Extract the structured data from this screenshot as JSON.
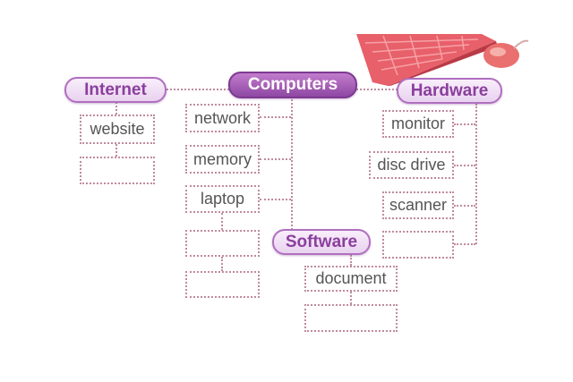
{
  "central": "Computers",
  "internet": {
    "label": "Internet",
    "items": [
      "website",
      ""
    ]
  },
  "computers": {
    "items": [
      "network",
      "memory",
      "laptop",
      "",
      ""
    ]
  },
  "hardware": {
    "label": "Hardware",
    "items": [
      "monitor",
      "disc drive",
      "scanner",
      ""
    ]
  },
  "software": {
    "label": "Software",
    "items": [
      "document",
      ""
    ]
  },
  "colors": {
    "pill": "#b06fc0",
    "pill_main": "#8f48a3",
    "connector": "#c08aa0"
  },
  "image": {
    "subject": "keyboard and mouse"
  }
}
